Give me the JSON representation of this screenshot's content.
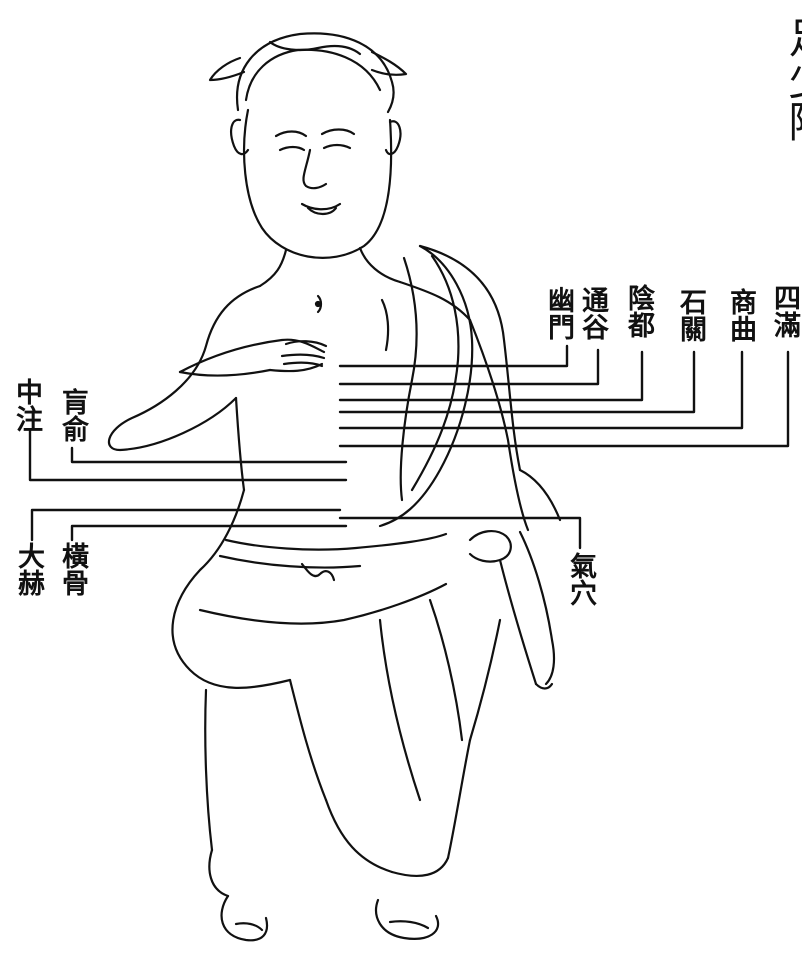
{
  "figure": {
    "labels_top": [
      {
        "id": "you-men",
        "text": "幽門"
      },
      {
        "id": "tong-gu",
        "text": "通谷"
      },
      {
        "id": "yin-du",
        "text": "陰都"
      },
      {
        "id": "shi-guan",
        "text": "石關"
      },
      {
        "id": "shang-qu",
        "text": "商曲"
      },
      {
        "id": "si-man",
        "text": "四滿"
      }
    ],
    "labels_left": [
      {
        "id": "zhong-zhu",
        "text": "中注"
      },
      {
        "id": "huang-shu",
        "text": "肓俞"
      },
      {
        "id": "da-he",
        "text": "大赫"
      },
      {
        "id": "heng-gu",
        "text": "橫骨"
      }
    ],
    "labels_right": [
      {
        "id": "qi-xue",
        "text": "氣穴"
      }
    ],
    "corner_text": "足少陰"
  }
}
